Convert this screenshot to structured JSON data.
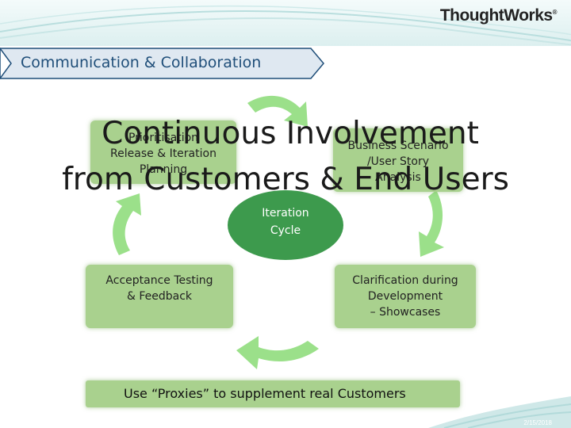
{
  "header": {
    "logo_text": "ThoughtWorks",
    "logo_mark": "®",
    "section_title": "Communication & Collaboration"
  },
  "overlay": {
    "line1": "Continuous Involvement",
    "line2": "from Customers & End Users"
  },
  "cycle": {
    "center": [
      "Iteration",
      "Cycle"
    ],
    "top_left": [
      "Prioritisation",
      "Release & Iteration",
      "Planning"
    ],
    "top_right": [
      "Business Scenario",
      "/User Story",
      "Analysis"
    ],
    "bottom_left": [
      "Acceptance Testing",
      "& Feedback"
    ],
    "bottom_right": [
      "Clarification during",
      "Development",
      "– Showcases"
    ]
  },
  "bottom_bar": {
    "text": "Use “Proxies” to  supplement real Customers"
  },
  "footer": {
    "date": "2/15/2018"
  },
  "colors": {
    "box_fill": "#a9d18e",
    "center_fill": "#3d9a4d",
    "arrow": "#9be08a",
    "title_text": "#1f4e79",
    "banner_fill": "#dfe8f1"
  }
}
